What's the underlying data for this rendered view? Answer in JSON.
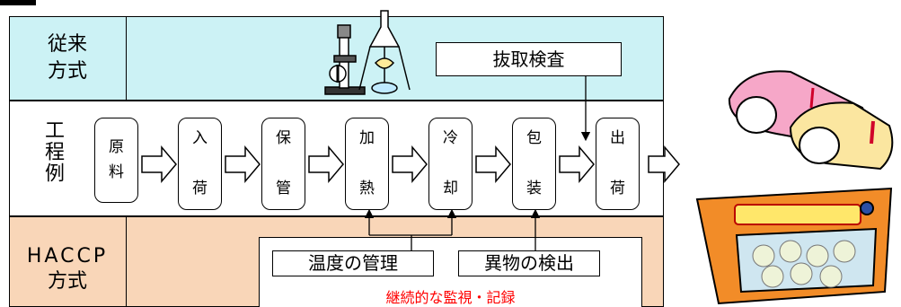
{
  "diagram": {
    "rows": {
      "conventional": {
        "line1": "従来",
        "line2": "方式"
      },
      "process": {
        "label": "工程例"
      },
      "haccp": {
        "line1": "HACCP",
        "line2": "方式"
      }
    },
    "steps": [
      {
        "char1": "原",
        "char2": "料"
      },
      {
        "char1": "入",
        "char2": "荷"
      },
      {
        "char1": "保",
        "char2": "管"
      },
      {
        "char1": "加",
        "char2": "熱"
      },
      {
        "char1": "冷",
        "char2": "却"
      },
      {
        "char1": "包",
        "char2": "装"
      },
      {
        "char1": "出",
        "char2": "荷"
      }
    ],
    "sampling_inspection": "抜取検査",
    "temperature_control": "温度の管理",
    "foreign_detection": "異物の検出",
    "continuous_monitoring": "継続的な監視・記録"
  },
  "colors": {
    "conventional_band": "#ccf2f5",
    "haccp_band": "#f9d6b8",
    "monitoring_text": "#ff0000"
  },
  "illustrations": [
    "microscope-icon",
    "flask-apparatus-icon",
    "sausage-package-icon",
    "shumai-package-icon"
  ]
}
